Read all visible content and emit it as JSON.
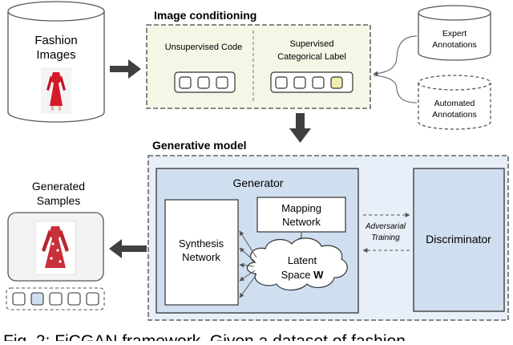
{
  "source": {
    "line1": "Fashion",
    "line2": "Images"
  },
  "conditioning": {
    "title": "Image conditioning",
    "unsupervised_label": "Unsupervised Code",
    "supervised_line1": "Supervised",
    "supervised_line2": "Categorical Label"
  },
  "annotations": {
    "expert_line1": "Expert",
    "expert_line2": "Annotations",
    "automated_line1": "Automated",
    "automated_line2": "Annotations"
  },
  "generative": {
    "title": "Generative model",
    "generator": "Generator",
    "mapping_line1": "Mapping",
    "mapping_line2": "Network",
    "synthesis_line1": "Synthesis",
    "synthesis_line2": "Network",
    "latent_line1": "Latent",
    "latent_line2_prefix": "Space ",
    "latent_line2_bold": "W",
    "adversarial_line1": "Adversarial",
    "adversarial_line2": "Training",
    "discriminator": "Discriminator"
  },
  "output": {
    "line1": "Generated",
    "line2": "Samples"
  },
  "caption": {
    "fragment": "Fig. 2: FiCGAN framework. Given a dataset of fashion"
  },
  "colors": {
    "conditioning_fill": "#f4f6e6",
    "generative_fill": "#e9eff8",
    "generator_fill": "#cfdff0",
    "highlight_slot": "#f0efb0",
    "sample_slot": "#cfdff0",
    "dress_red": "#d51a2a",
    "arrow": "#404040"
  }
}
